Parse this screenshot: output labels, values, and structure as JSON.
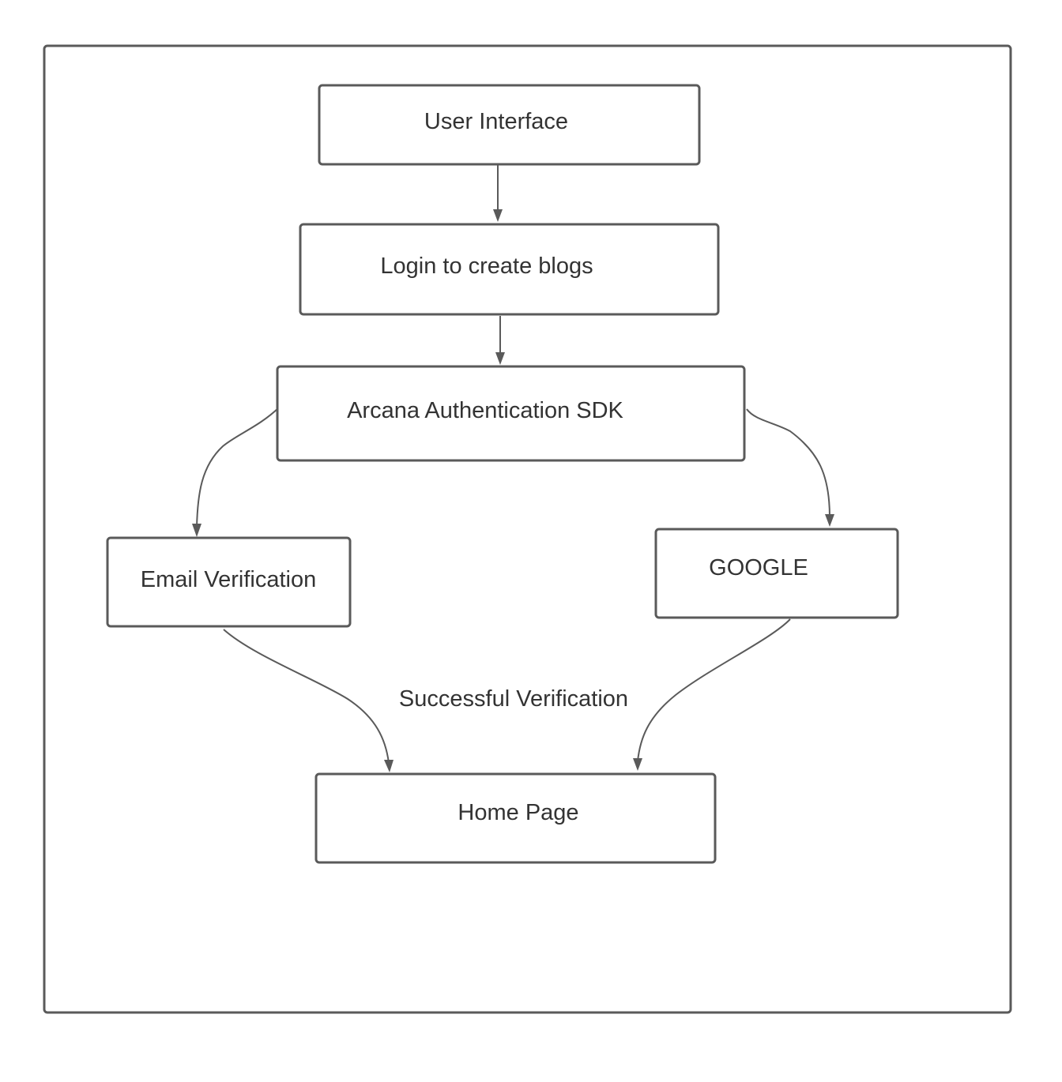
{
  "colors": {
    "stroke": "#5a5a5a",
    "text": "#333333",
    "background": "#ffffff"
  },
  "nodes": {
    "user_interface": "User Interface",
    "login": "Login to create blogs",
    "arcana_sdk": "Arcana Authentication SDK",
    "email_verification": "Email Verification",
    "google": "GOOGLE",
    "home_page": "Home Page"
  },
  "edge_label": "Successful Verification"
}
